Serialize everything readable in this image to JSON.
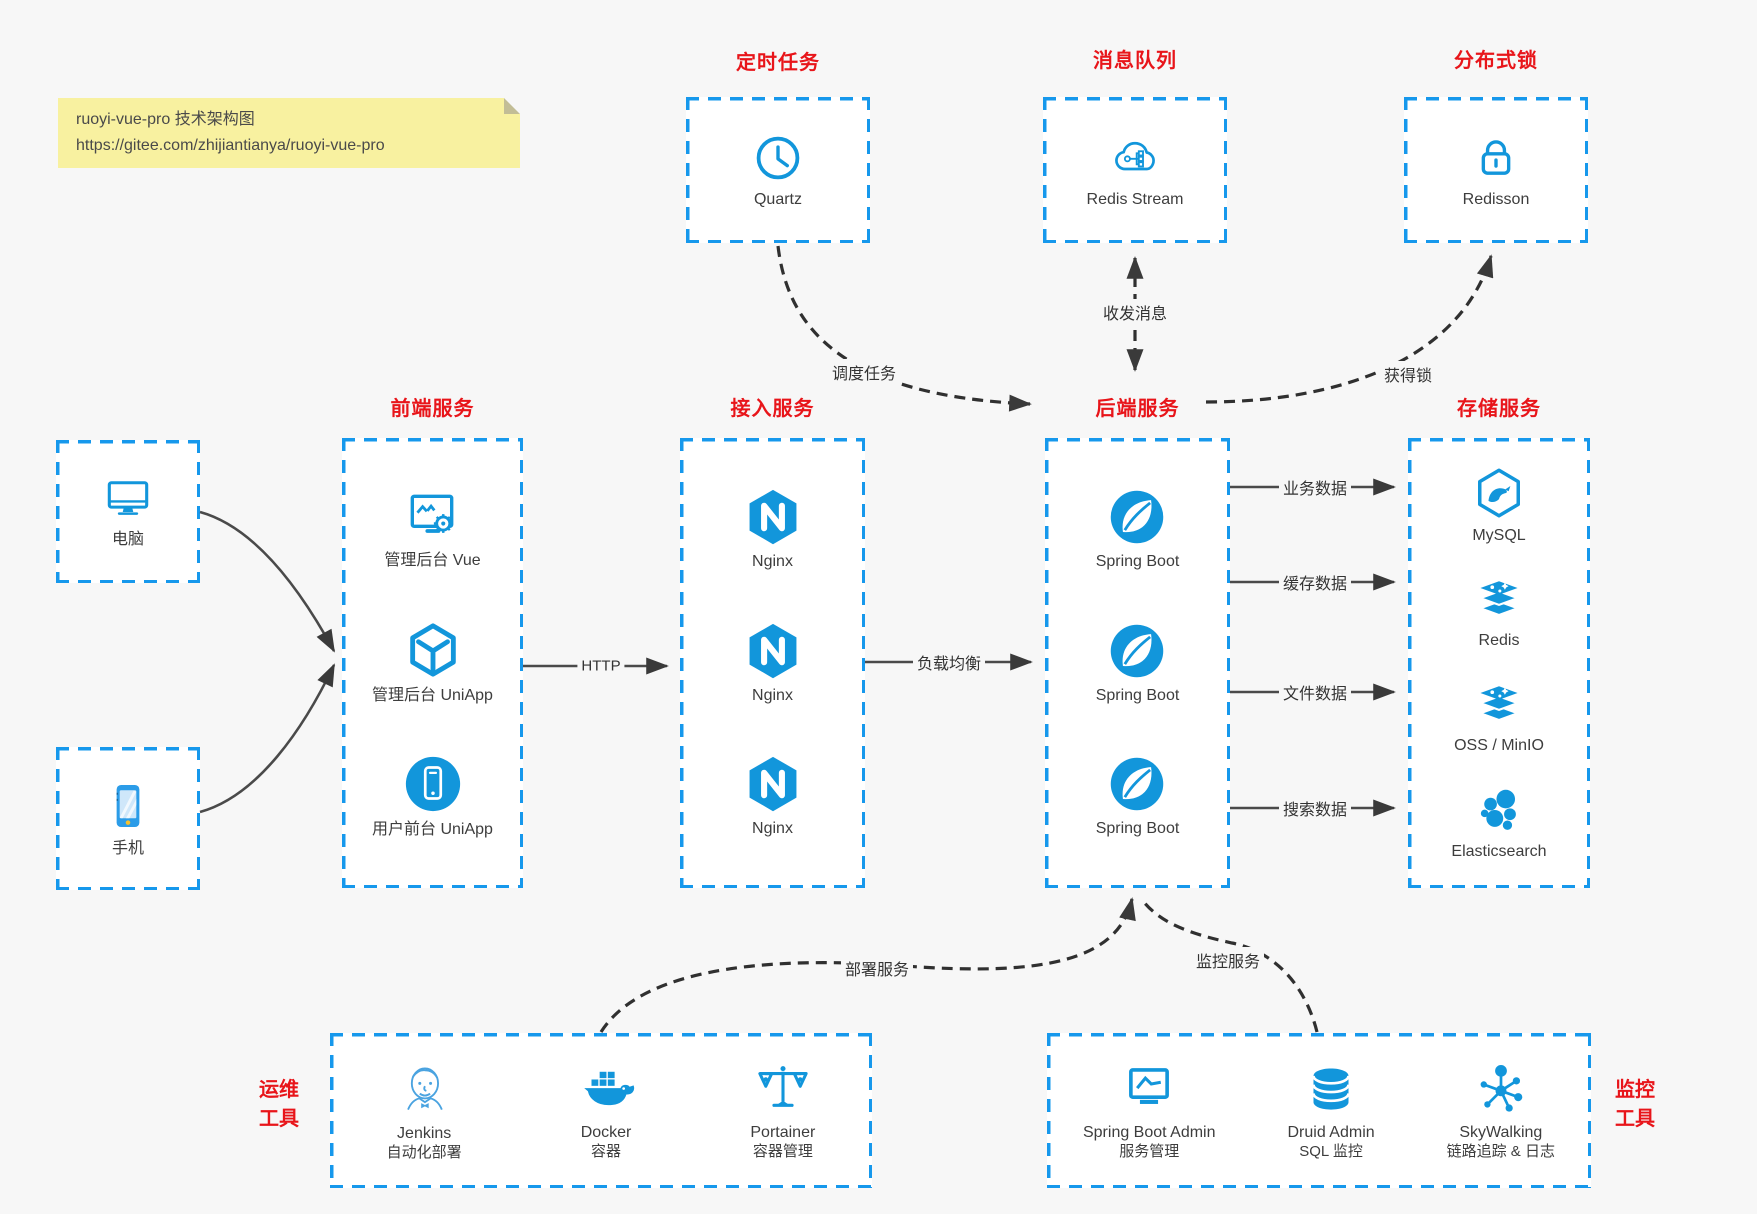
{
  "note": {
    "line1": "ruoyi-vue-pro 技术架构图",
    "line2": "https://gitee.com/zhijiantianya/ruoyi-vue-pro"
  },
  "colors": {
    "icon_blue": "#1296db",
    "border_blue": "#1698ec",
    "title_red": "#e8151a",
    "note_yellow": "#f8f1a0",
    "background": "#f7f7f7"
  },
  "groups": {
    "scheduled": {
      "title": "定时任务",
      "items": [
        {
          "label": "Quartz",
          "icon": "clock"
        }
      ]
    },
    "mq": {
      "title": "消息队列",
      "items": [
        {
          "label": "Redis Stream",
          "icon": "cloud-network"
        }
      ]
    },
    "lock": {
      "title": "分布式锁",
      "items": [
        {
          "label": "Redisson",
          "icon": "padlock"
        }
      ]
    },
    "frontend": {
      "title": "前端服务",
      "items": [
        {
          "label": "管理后台 Vue",
          "icon": "admin-screen-gear"
        },
        {
          "label": "管理后台 UniApp",
          "icon": "cube"
        },
        {
          "label": "用户前台 UniApp",
          "icon": "phone-circle"
        }
      ]
    },
    "gateway": {
      "title": "接入服务",
      "items": [
        {
          "label": "Nginx",
          "icon": "nginx"
        },
        {
          "label": "Nginx",
          "icon": "nginx"
        },
        {
          "label": "Nginx",
          "icon": "nginx"
        }
      ]
    },
    "backend": {
      "title": "后端服务",
      "items": [
        {
          "label": "Spring Boot",
          "icon": "spring-leaf"
        },
        {
          "label": "Spring Boot",
          "icon": "spring-leaf"
        },
        {
          "label": "Spring Boot",
          "icon": "spring-leaf"
        }
      ]
    },
    "storage": {
      "title": "存储服务",
      "items": [
        {
          "label": "MySQL",
          "icon": "mysql-dolphin"
        },
        {
          "label": "Redis",
          "icon": "stack"
        },
        {
          "label": "OSS / MinIO",
          "icon": "stack"
        },
        {
          "label": "Elasticsearch",
          "icon": "elastic-cluster"
        }
      ]
    },
    "clients": {
      "items": [
        {
          "label": "电脑",
          "icon": "desktop"
        },
        {
          "label": "手机",
          "icon": "smartphone"
        }
      ]
    },
    "ops": {
      "title_line1": "运维",
      "title_line2": "工具",
      "items": [
        {
          "label": "Jenkins",
          "sub": "自动化部署",
          "icon": "jenkins-butler"
        },
        {
          "label": "Docker",
          "sub": "容器",
          "icon": "docker-whale"
        },
        {
          "label": "Portainer",
          "sub": "容器管理",
          "icon": "scales"
        }
      ]
    },
    "monitoring": {
      "title_line1": "监控",
      "title_line2": "工具",
      "items": [
        {
          "label": "Spring Boot Admin",
          "sub": "服务管理",
          "icon": "monitor-pulse"
        },
        {
          "label": "Druid Admin",
          "sub": "SQL 监控",
          "icon": "database"
        },
        {
          "label": "SkyWalking",
          "sub": "链路追踪 & 日志",
          "icon": "node-graph"
        }
      ]
    }
  },
  "edges": {
    "http": "HTTP",
    "load_balance": "负载均衡",
    "business_data": "业务数据",
    "cache_data": "缓存数据",
    "file_data": "文件数据",
    "search_data": "搜索数据",
    "schedule_task": "调度任务",
    "send_receive_msg": "收发消息",
    "acquire_lock": "获得锁",
    "deploy_service": "部署服务",
    "monitor_service": "监控服务"
  }
}
